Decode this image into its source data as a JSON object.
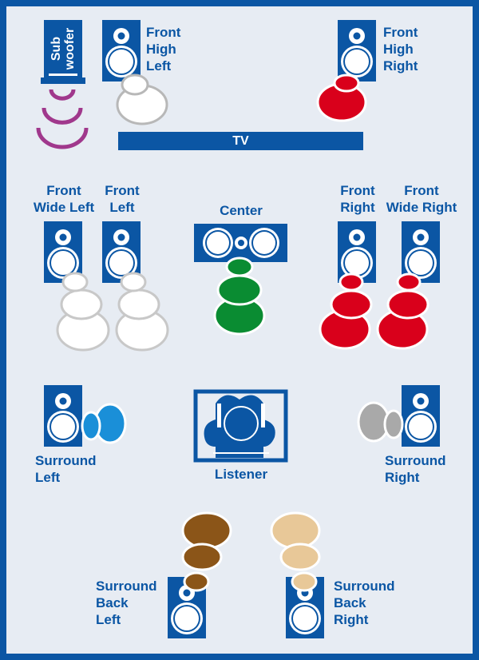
{
  "title": "Speaker layout diagram",
  "colors": {
    "speaker": "#0b56a4",
    "background": "#e7ecf3",
    "subwoofer_wave": "#a0388c",
    "front_high_left": "#ffffff",
    "front_high_right": "#d9001b",
    "center": "#0a8c32",
    "surround_left": "#1a8fd8",
    "surround_right": "#a9a9a9",
    "surround_back_left": "#8b5518",
    "surround_back_right": "#e8c898"
  },
  "tv": "TV",
  "subwoofer": {
    "line1": "Sub",
    "line2": "woofer"
  },
  "labels": {
    "front_high_left": [
      "Front",
      "High",
      "Left"
    ],
    "front_high_right": [
      "Front",
      "High",
      "Right"
    ],
    "front_wide_left": [
      "Front",
      "Wide Left"
    ],
    "front_left": [
      "Front",
      "Left"
    ],
    "center": "Center",
    "front_right": [
      "Front",
      "Right"
    ],
    "front_wide_right": [
      "Front",
      "Wide Right"
    ],
    "surround_left": [
      "Surround",
      "Left"
    ],
    "listener": "Listener",
    "surround_right": [
      "Surround",
      "Right"
    ],
    "surround_back_left": [
      "Surround",
      "Back",
      "Left"
    ],
    "surround_back_right": [
      "Surround",
      "Back",
      "Right"
    ]
  }
}
